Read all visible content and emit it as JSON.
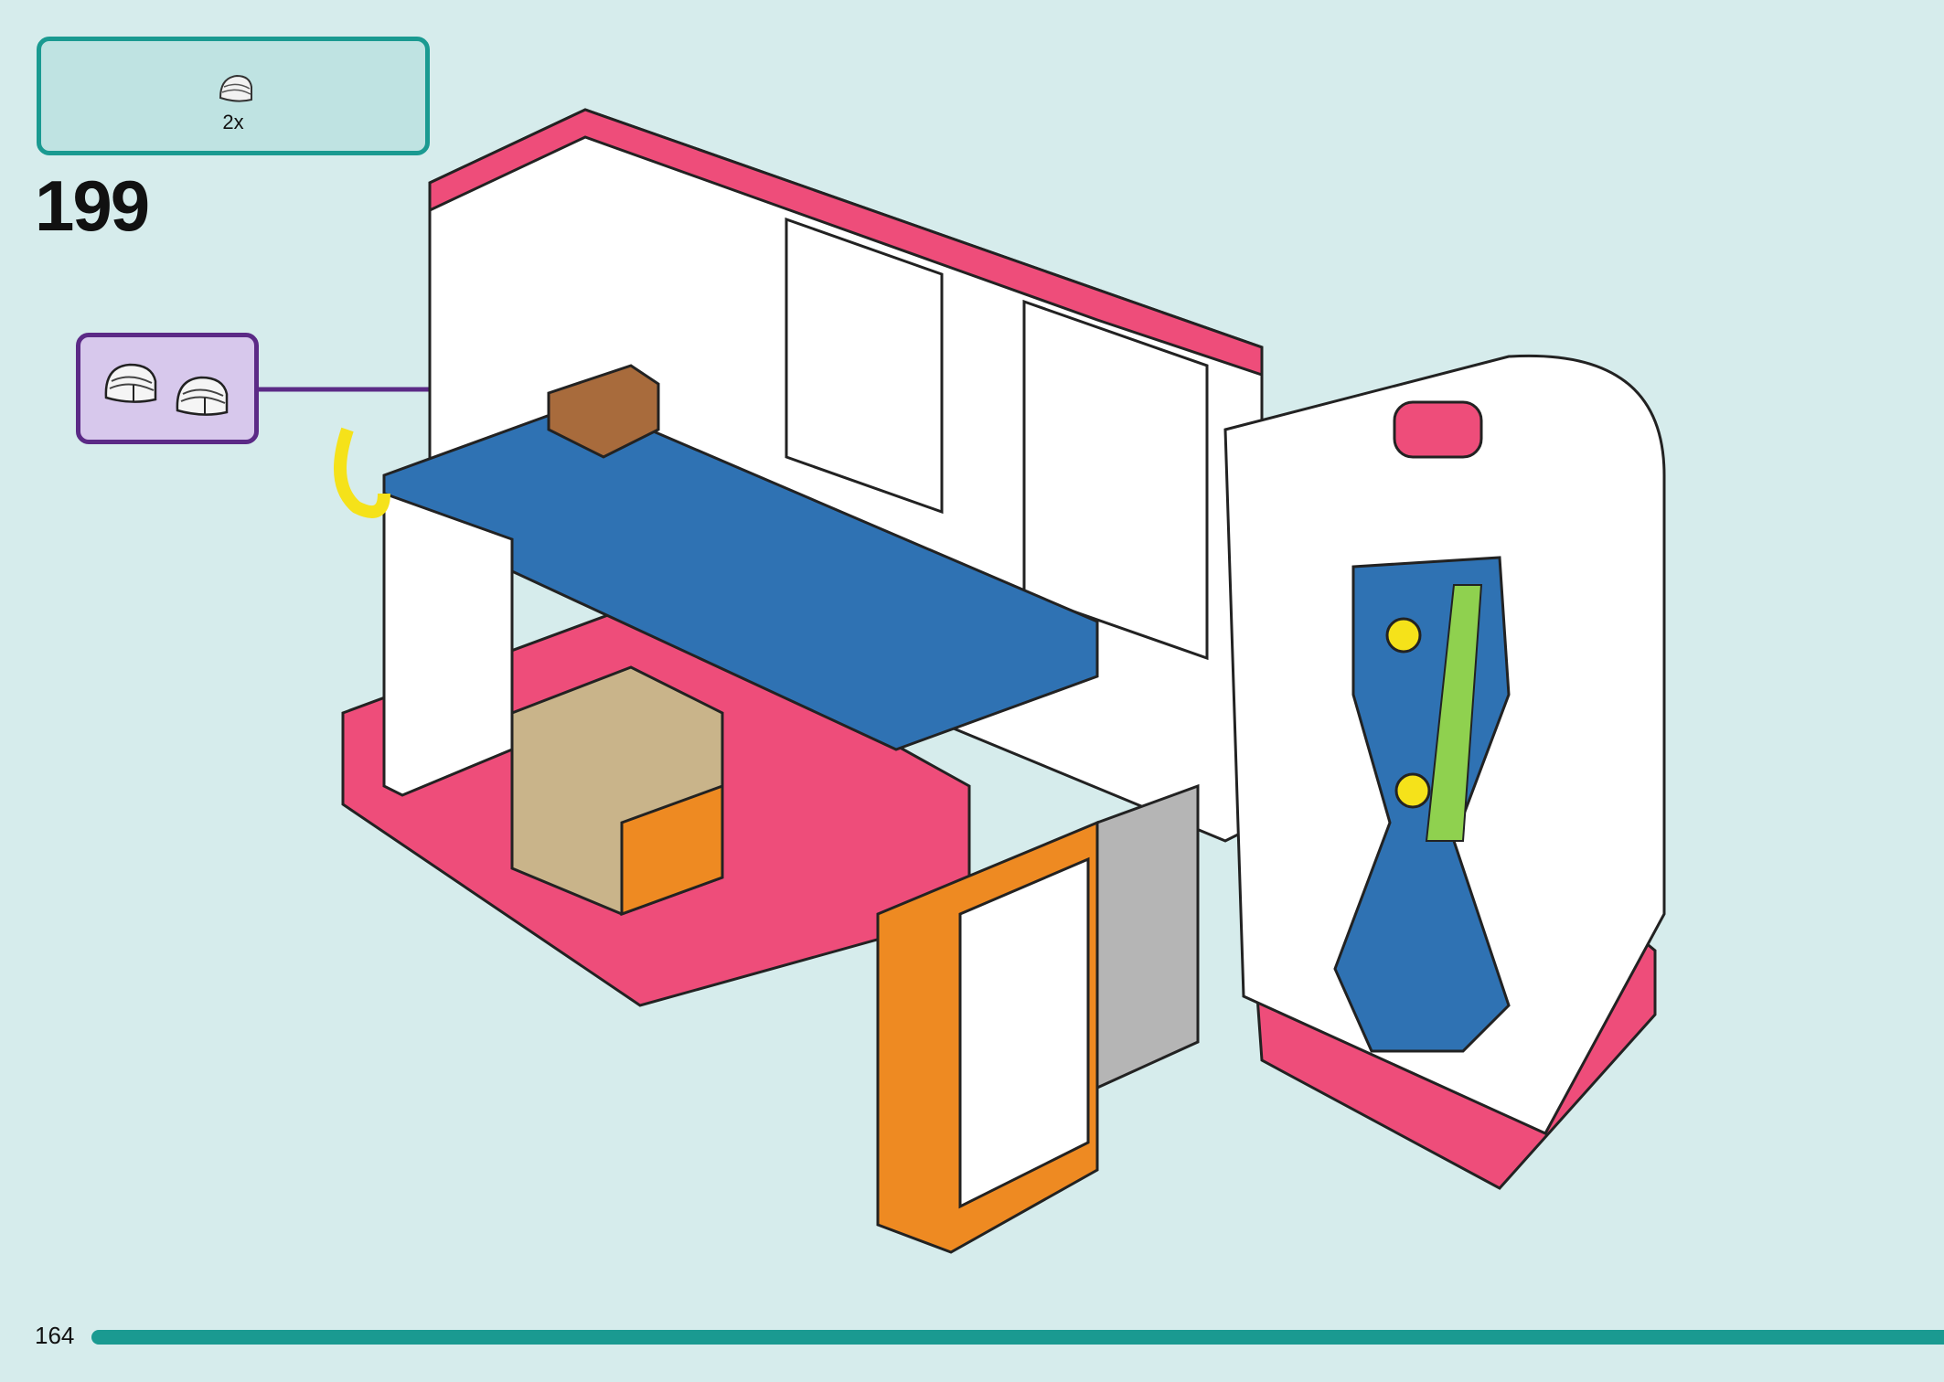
{
  "parts_list": {
    "items": [
      {
        "icon": "white-curved-slope-piece-icon",
        "quantity": "2x"
      }
    ]
  },
  "step": {
    "number": "199"
  },
  "callout": {
    "icon": "white-curved-slope-piece-icon",
    "count_shown": 2
  },
  "footer": {
    "page_number": "164"
  },
  "colors": {
    "background": "#d6ecec",
    "parts_box_border": "#1a9a91",
    "callout_border": "#5b2a86",
    "callout_fill": "#d7c8ec",
    "progress_bar": "#1a9a91",
    "brick_pink": "#ee4d7a",
    "brick_blue": "#2f72b3",
    "brick_orange": "#ee8a22",
    "brick_lime": "#8fd14f",
    "brick_yellow": "#f5e21a"
  }
}
